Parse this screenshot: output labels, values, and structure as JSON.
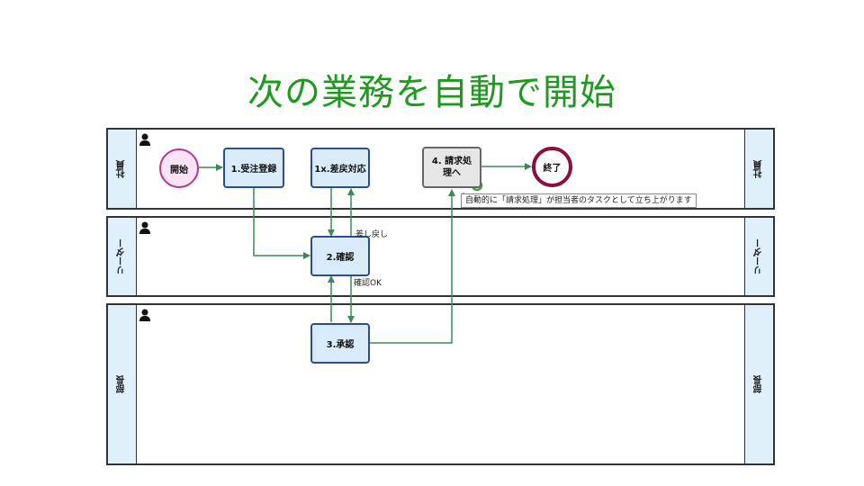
{
  "title": "次の業務を自動で開始",
  "lanes": [
    {
      "label": "社員"
    },
    {
      "label": "リーダー"
    },
    {
      "label": "部長"
    }
  ],
  "nodes": {
    "start": "開始",
    "order": "1.受注登録",
    "rework": "1x.差戻対応",
    "invoice": "4. 請求処理へ",
    "end": "終了",
    "confirm": "2.確認",
    "approve": "3.承認"
  },
  "edge_labels": {
    "send_back": "差し戻し",
    "confirm_ok": "確認OK"
  },
  "tooltip": "自動的に「請求処理」が担当者のタスクとして立ち上がります",
  "colors": {
    "title": "#1e9a1e",
    "lane_header": "#dff0fb",
    "node_fill": "#d9ebfb",
    "node_border": "#2a4e8a",
    "edge": "#3a8a55",
    "start_fill": "#fbe3f5",
    "start_border": "#b03a8a",
    "end_border": "#8a1040"
  }
}
